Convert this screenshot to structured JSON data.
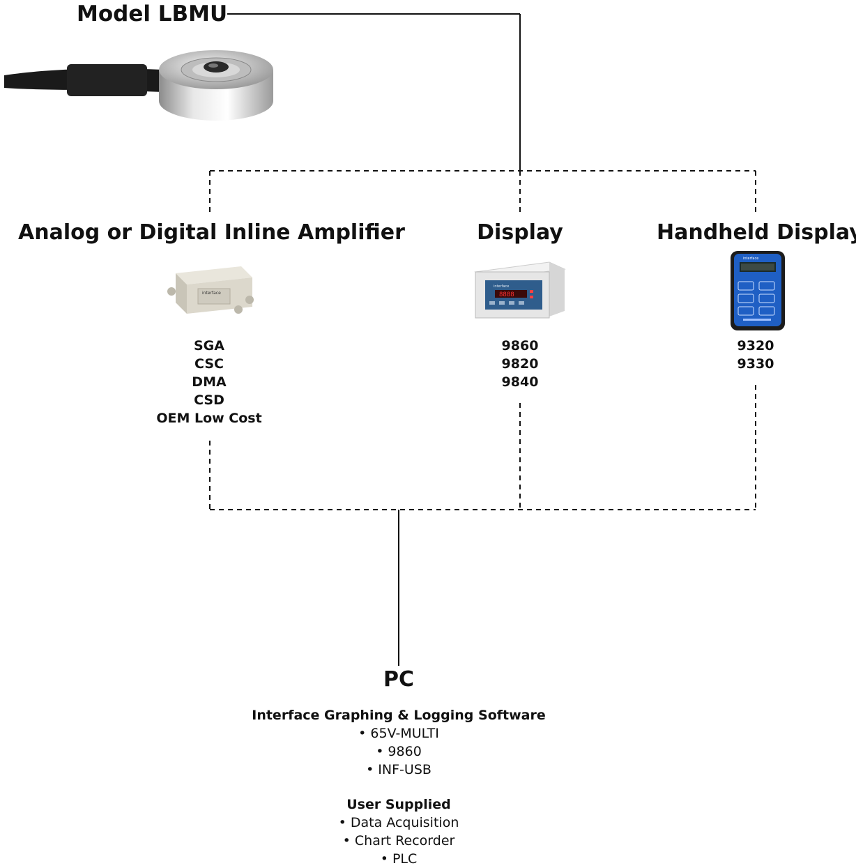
{
  "sensor": {
    "title": "Model LBMU"
  },
  "amplifier": {
    "heading": "Analog or Digital Inline Amplifier",
    "models": [
      "SGA",
      "CSC",
      "DMA",
      "CSD",
      "OEM Low Cost"
    ],
    "device_brand": "interface"
  },
  "display": {
    "heading": "Display",
    "models": [
      "9860",
      "9820",
      "9840"
    ],
    "device_brand": "interface"
  },
  "handheld": {
    "heading": "Handheld Display",
    "models": [
      "9320",
      "9330"
    ],
    "device_brand": "interface"
  },
  "pc": {
    "heading": "PC",
    "software_title": "Interface Graphing & Logging Software",
    "software_items": [
      "• 65V-MULTI",
      "• 9860",
      "• INF-USB"
    ],
    "user_title": "User Supplied",
    "user_items": [
      "•  Data Acquisition",
      "• Chart Recorder",
      "• PLC"
    ]
  }
}
